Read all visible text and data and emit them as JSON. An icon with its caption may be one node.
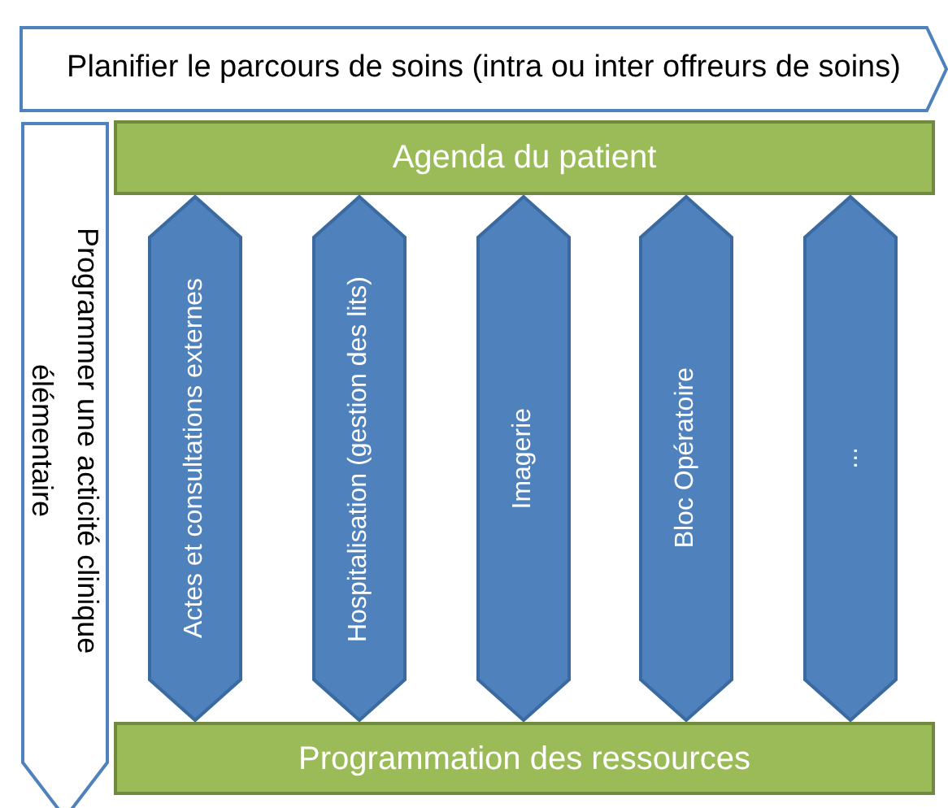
{
  "diagram": {
    "nodes": [
      {
        "text": [
          "Planifier le parcours de soins (intra ou inter offreurs de soins)"
        ]
      },
      {
        "text": [
          "Programmer une acticité clinique élémentaire"
        ]
      },
      {
        "text": [
          "Agenda du patient"
        ]
      },
      {
        "text": [
          "Actes et consultations externes"
        ]
      },
      {
        "text": [
          "Hospitalisation (gestion des lits)"
        ]
      },
      {
        "text": [
          "Imagerie"
        ]
      },
      {
        "text": [
          "Bloc Opératoire"
        ]
      },
      {
        "text": [
          "..."
        ]
      },
      {
        "text": [
          "Programmation des ressources"
        ]
      }
    ]
  }
}
